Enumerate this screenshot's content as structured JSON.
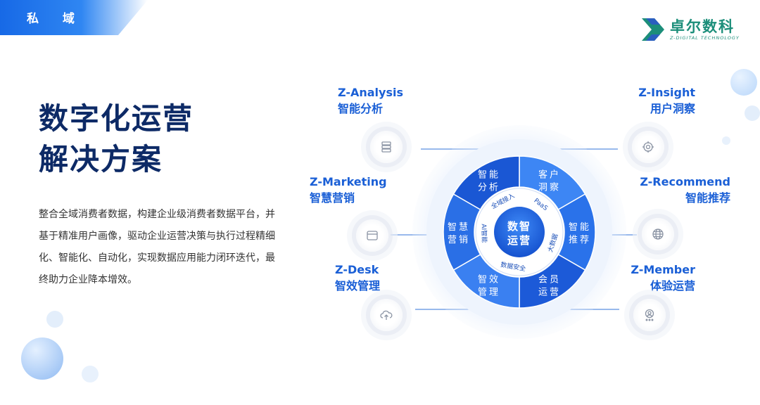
{
  "header": {
    "tag": "私 域"
  },
  "logo": {
    "name": "卓尔数科",
    "subtitle": "Z-DIGITAL TECHNOLOGY"
  },
  "title": {
    "line1": "数字化运营",
    "line2": "解决方案"
  },
  "description": "整合全域消费者数据，构建企业级消费者数据平台，并基于精准用户画像，驱动企业运营决策与执行过程精细化、智能化、自动化，实现数据应用能力闭环迭代，最终助力企业降本增效。",
  "modules": {
    "analysis": {
      "name": "Z-Analysis",
      "label": "智能分析",
      "icon": "database-icon"
    },
    "marketing": {
      "name": "Z-Marketing",
      "label": "智慧营销",
      "icon": "window-icon"
    },
    "desk": {
      "name": "Z-Desk",
      "label": "智效管理",
      "icon": "cloud-upload-icon"
    },
    "insight": {
      "name": "Z-Insight",
      "label": "用户洞察",
      "icon": "target-icon"
    },
    "recommend": {
      "name": "Z-Recommend",
      "label": "智能推荐",
      "icon": "globe-icon"
    },
    "member": {
      "name": "Z-Member",
      "label": "体验运营",
      "icon": "user-icon"
    }
  },
  "wheel": {
    "center": [
      "数智",
      "运营"
    ],
    "segments": [
      [
        "客户",
        "洞察"
      ],
      [
        "智能",
        "推荐"
      ],
      [
        "会员",
        "运营"
      ],
      [
        "智效",
        "管理"
      ],
      [
        "智慧",
        "营销"
      ],
      [
        "智能",
        "分析"
      ]
    ],
    "ring": [
      "全域接入",
      "PaaS",
      "大数据",
      "数据安全",
      "AI智能"
    ]
  },
  "colors": {
    "accent": "#1a5fd6",
    "title": "#0d2a66",
    "brand": "#1c8e7a"
  }
}
